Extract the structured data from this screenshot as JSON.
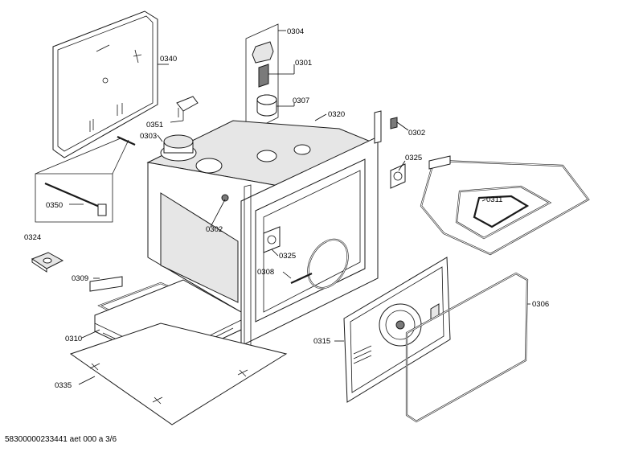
{
  "callouts": {
    "c0340": "0340",
    "c0304": "0304",
    "c0301": "0301",
    "c0307": "0307",
    "c0320": "0320",
    "c0302a": "0302",
    "c0302b": "0302",
    "c0351": "0351",
    "c0303": "0303",
    "c0325a": "0325",
    "c0325b": "0325",
    "c0350": "0350",
    "c0311": "0311",
    "c0324": "0324",
    "c0309": "0309",
    "c0308": "0308",
    "c0306": "0306",
    "c0310": "0310",
    "c0315": "0315",
    "c0335": "0335"
  },
  "footer": {
    "text": "58300000233441 aet 000 a 3/6"
  }
}
